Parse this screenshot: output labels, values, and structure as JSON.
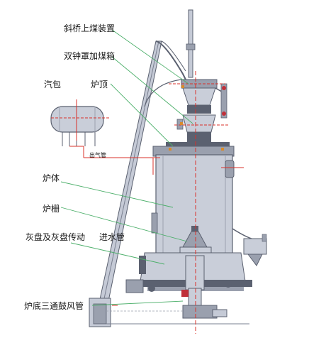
{
  "labels": {
    "inclined_bridge_feeder": "斜桥上煤装置",
    "double_bell_hopper": "双钟罩加煤箱",
    "steam_drum": "汽包",
    "furnace_top": "炉顶",
    "gas_outlet": "出气管",
    "furnace_body": "炉体",
    "grate": "炉栅",
    "ash_pan_drive": "灰盘及灰盘传动",
    "water_inlet_pipe": "进水管",
    "bottom_tee_blast_pipe": "炉底三通鼓风管"
  },
  "colors": {
    "body_fill": "#c9ced9",
    "body_dark": "#5b6170",
    "body_mid": "#9aa0ae",
    "pipe_fill": "#c5cad6",
    "leader_green": "#4caf6a",
    "centerline_red": "#d9302a",
    "accent_orange": "#d98a2a",
    "valve_red": "#c0303a",
    "text": "#1a1a1a"
  }
}
